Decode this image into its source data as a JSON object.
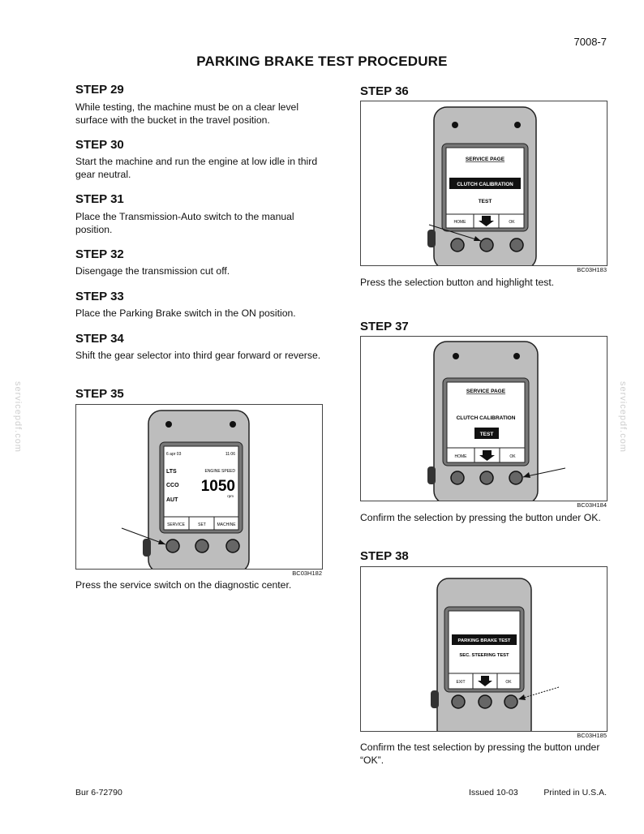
{
  "header": {
    "page_number": "7008-7",
    "title": "PARKING BRAKE TEST PROCEDURE"
  },
  "steps": {
    "s29": {
      "heading": "STEP 29",
      "text": "While testing, the machine must be on a clear level surface with the bucket in the travel position."
    },
    "s30": {
      "heading": "STEP 30",
      "text": "Start the machine and run the engine at low idle in third gear neutral."
    },
    "s31": {
      "heading": "STEP 31",
      "text": "Place the Transmission-Auto switch to the manual position."
    },
    "s32": {
      "heading": "STEP 32",
      "text": "Disengage the transmission cut off."
    },
    "s33": {
      "heading": "STEP 33",
      "text": "Place the Parking Brake switch in the ON position."
    },
    "s34": {
      "heading": "STEP 34",
      "text": "Shift the gear selector into third gear forward or reverse."
    },
    "s35": {
      "heading": "STEP 35",
      "caption": "Press the service switch on the diagnostic center."
    },
    "s36": {
      "heading": "STEP 36",
      "caption": "Press the selection button and highlight test."
    },
    "s37": {
      "heading": "STEP 37",
      "caption": "Confirm the selection by pressing the button under OK."
    },
    "s38": {
      "heading": "STEP 38",
      "caption": "Confirm the test selection by pressing the button under “OK”."
    }
  },
  "figures": {
    "fig35": {
      "id": "BC03H182",
      "date": "6 apr 03",
      "time": "11:06",
      "labels": [
        "LTS",
        "CCO",
        "AUT"
      ],
      "engine_label": "ENGINE SPEED",
      "engine_value": "1050",
      "unit": "rpm",
      "buttons": [
        "SERVICE",
        "SET",
        "MACHINE"
      ]
    },
    "fig36": {
      "id": "BC03H183",
      "heading": "SERVICE PAGE",
      "highlight": "CLUTCH CALIBRATION",
      "item": "TEST",
      "buttons": [
        "HOME",
        "OK"
      ]
    },
    "fig37": {
      "id": "BC03H184",
      "heading": "SERVICE PAGE",
      "item1": "CLUTCH CALIBRATION",
      "highlight": "TEST",
      "buttons": [
        "HOME",
        "OK"
      ]
    },
    "fig38": {
      "id": "BC03H185",
      "highlight": "PARKING BRAKE TEST",
      "item": "SEC. STEERING TEST",
      "buttons": [
        "EXIT",
        "OK"
      ]
    }
  },
  "watermark": "servicepdf.com",
  "footer": {
    "left": "Bur  6-72790",
    "issued": "Issued 10-03",
    "printed": "Printed in U.S.A."
  }
}
